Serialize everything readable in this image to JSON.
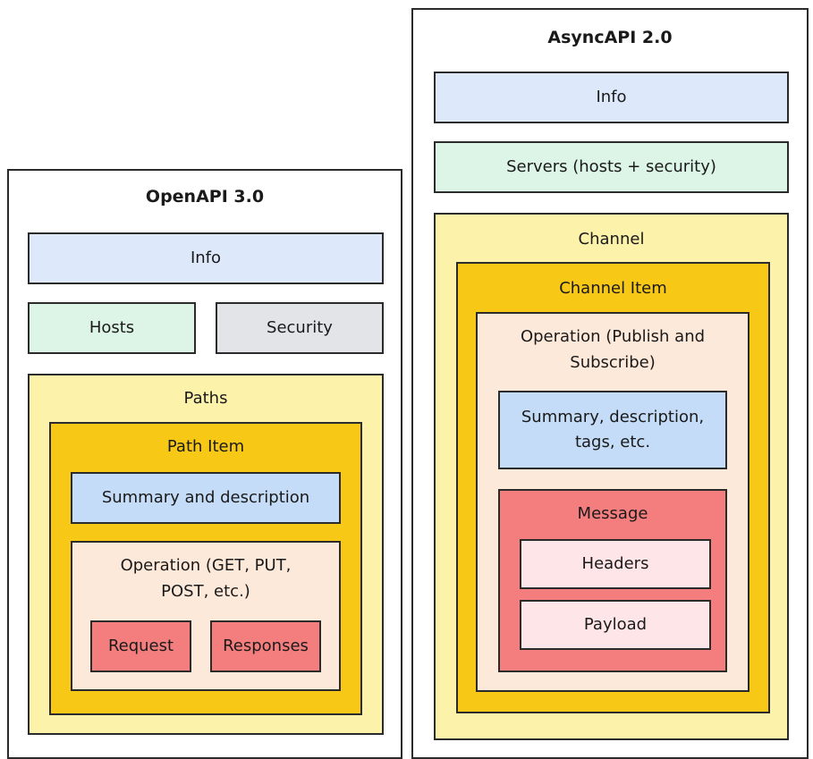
{
  "openapi": {
    "title": "OpenAPI 3.0",
    "info": "Info",
    "hosts": "Hosts",
    "security": "Security",
    "paths": "Paths",
    "path_item": "Path Item",
    "summary": "Summary and description",
    "operation": "Operation (GET, PUT, POST, etc.)",
    "request": "Request",
    "responses": "Responses"
  },
  "asyncapi": {
    "title": "AsyncAPI 2.0",
    "info": "Info",
    "servers": "Servers (hosts + security)",
    "channel": "Channel",
    "channel_item": "Channel Item",
    "operation": "Operation (Publish and Subscribe)",
    "summary": "Summary, description, tags, etc.",
    "message": "Message",
    "headers": "Headers",
    "payload": "Payload"
  },
  "colors": {
    "info": "#dde9fb",
    "hosts": "#dcf5e7",
    "security": "#e3e4e7",
    "paths": "#fdf2aa",
    "path_item": "#f8c816",
    "operation": "#fde9da",
    "summary": "#c5dcf8",
    "request_response": "#f47e7e",
    "headers_payload": "#fde5e8"
  }
}
